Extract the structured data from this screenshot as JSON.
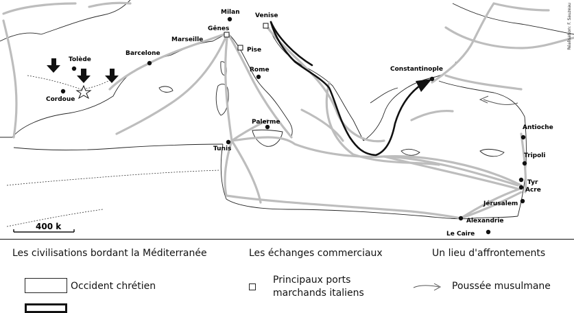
{
  "map": {
    "credit": "Réalisation: F. Sauzeau",
    "scale_label": "400 k",
    "cities": [
      {
        "name": "Milan",
        "kind": "city"
      },
      {
        "name": "Venise",
        "kind": "port"
      },
      {
        "name": "Gênes",
        "kind": "port"
      },
      {
        "name": "Pise",
        "kind": "port"
      },
      {
        "name": "Marseille",
        "kind": "city"
      },
      {
        "name": "Barcelone",
        "kind": "city"
      },
      {
        "name": "Tolède",
        "kind": "city"
      },
      {
        "name": "Cordoue",
        "kind": "city"
      },
      {
        "name": "Rome",
        "kind": "city"
      },
      {
        "name": "Constantinople",
        "kind": "city"
      },
      {
        "name": "Palerme",
        "kind": "city"
      },
      {
        "name": "Tunis",
        "kind": "city"
      },
      {
        "name": "Antioche",
        "kind": "city"
      },
      {
        "name": "Tripoli",
        "kind": "city"
      },
      {
        "name": "Tyr",
        "kind": "city"
      },
      {
        "name": "Acre",
        "kind": "city"
      },
      {
        "name": "Jérusalem",
        "kind": "city"
      },
      {
        "name": "Alexandrie",
        "kind": "city"
      },
      {
        "name": "Le Caire",
        "kind": "city"
      }
    ]
  },
  "legend": {
    "civilisations_title": "Les civilisations bordant la Méditerranée",
    "echanges_title": "Les échanges commerciaux",
    "affrontement_title": "Un lieu d'affrontements",
    "occident_label": "Occident chrétien",
    "ports_label_line1": "Principaux ports",
    "ports_label_line2": "marchands italiens",
    "poussee_label": "Poussée musulmane"
  }
}
